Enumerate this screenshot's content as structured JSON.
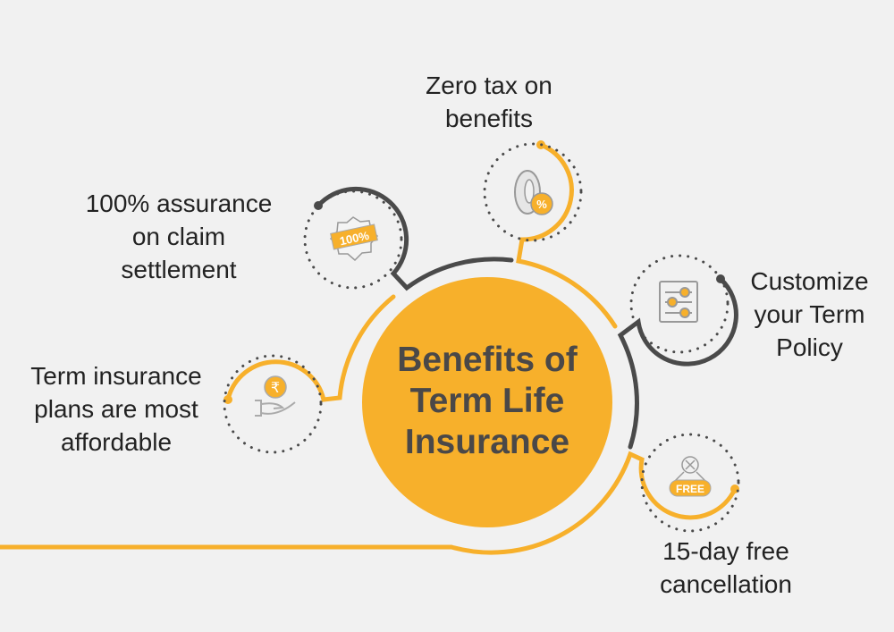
{
  "title": [
    "Benefits of",
    "Term Life",
    "Insurance"
  ],
  "benefits": [
    {
      "lines": [
        "Zero tax on",
        "benefits"
      ],
      "icon": "zero-percent-icon",
      "icon_text": "%"
    },
    {
      "lines": [
        "100% assurance",
        "on claim",
        "settlement"
      ],
      "icon": "100-percent-badge-icon",
      "icon_text": "100%"
    },
    {
      "lines": [
        "Customize",
        "your Term",
        "Policy"
      ],
      "icon": "sliders-icon"
    },
    {
      "lines": [
        "Term insurance",
        "plans are most",
        "affordable"
      ],
      "icon": "rupee-hand-icon",
      "icon_text": "₹"
    },
    {
      "lines": [
        "15-day free",
        "cancellation"
      ],
      "icon": "free-tag-icon",
      "icon_text": "FREE"
    }
  ],
  "colors": {
    "accent": "#f7b02b",
    "dark": "#4a4a4a",
    "background": "#f1f1f1"
  }
}
